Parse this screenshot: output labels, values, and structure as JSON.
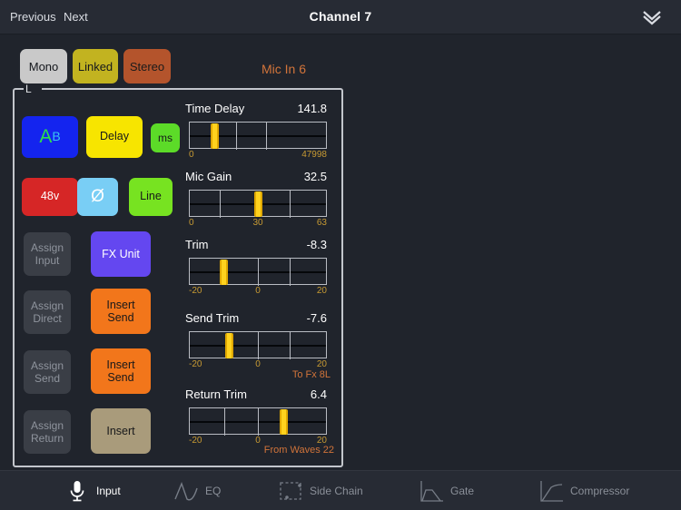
{
  "header": {
    "previous_label": "Previous",
    "next_label": "Next",
    "title": "Channel 7",
    "collapse_icon": "chevron-double-down-icon"
  },
  "mode_buttons": [
    {
      "label": "Mono",
      "color": "#c9c9c9",
      "selected": true
    },
    {
      "label": "Linked",
      "color": "#c2b320",
      "selected": false
    },
    {
      "label": "Stereo",
      "color": "#b4542c",
      "selected": false
    }
  ],
  "source_label": "Mic In 6",
  "source_color": "#d2743a",
  "panel": {
    "tag": "L"
  },
  "controls": {
    "ab_a": "A",
    "ab_b": "B",
    "delay": "Delay",
    "ms": "ms",
    "phantom": "48v",
    "phase": "Ø",
    "line": "Line",
    "assign_input": "Assign\nInput",
    "assign_direct": "Assign\nDirect",
    "assign_send": "Assign\nSend",
    "assign_return": "Assign\nReturn",
    "fx_unit": "FX Unit",
    "insert_send_1": "Insert\nSend",
    "insert_send_2": "Insert\nSend",
    "insert": "Insert"
  },
  "sliders": [
    {
      "name": "Time Delay",
      "value": "141.8",
      "min_label": "0",
      "mid_label": "",
      "max_label": "47998",
      "thumb_pct": 19.5,
      "tick_pcts": [
        34,
        56
      ],
      "route": ""
    },
    {
      "name": "Mic Gain",
      "value": "32.5",
      "min_label": "0",
      "mid_label": "30",
      "max_label": "63",
      "thumb_pct": 51,
      "tick_pcts": [
        22,
        73
      ],
      "route": ""
    },
    {
      "name": "Trim",
      "value": "-8.3",
      "min_label": "-20",
      "mid_label": "0",
      "max_label": "20",
      "thumb_pct": 26,
      "tick_pcts": [
        50,
        73
      ],
      "route": ""
    },
    {
      "name": "Send Trim",
      "value": "-7.6",
      "min_label": "-20",
      "mid_label": "0",
      "max_label": "20",
      "thumb_pct": 30,
      "tick_pcts": [
        50,
        73
      ],
      "route": "To Fx 8L"
    },
    {
      "name": "Return Trim",
      "value": "6.4",
      "min_label": "-20",
      "mid_label": "0",
      "max_label": "20",
      "thumb_pct": 70,
      "tick_pcts": [
        25,
        50
      ],
      "route": "From Waves 22"
    }
  ],
  "tabs": [
    {
      "label": "Input",
      "icon": "microphone-icon",
      "active": true
    },
    {
      "label": "EQ",
      "icon": "eq-curve-icon",
      "active": false
    },
    {
      "label": "Side Chain",
      "icon": "side-chain-icon",
      "active": false
    },
    {
      "label": "Gate",
      "icon": "gate-curve-icon",
      "active": false
    },
    {
      "label": "Compressor",
      "icon": "comp-curve-icon",
      "active": false
    }
  ]
}
